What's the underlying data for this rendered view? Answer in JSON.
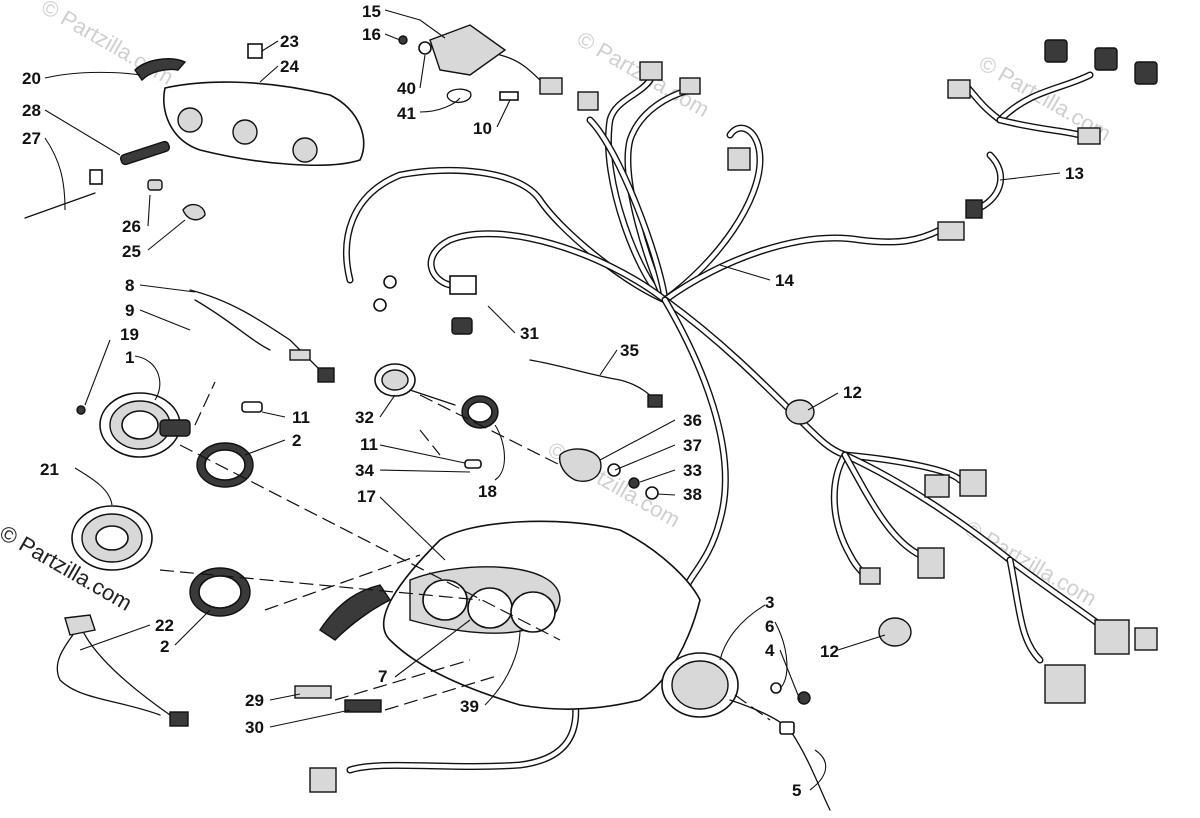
{
  "watermark": {
    "text": "© Partzilla.com"
  },
  "callouts": [
    {
      "id": "c15",
      "text": "15"
    },
    {
      "id": "c16",
      "text": "16"
    },
    {
      "id": "c40",
      "text": "40"
    },
    {
      "id": "c41",
      "text": "41"
    },
    {
      "id": "c10",
      "text": "10"
    },
    {
      "id": "c23",
      "text": "23"
    },
    {
      "id": "c24",
      "text": "24"
    },
    {
      "id": "c20",
      "text": "20"
    },
    {
      "id": "c28",
      "text": "28"
    },
    {
      "id": "c27",
      "text": "27"
    },
    {
      "id": "c26",
      "text": "26"
    },
    {
      "id": "c25",
      "text": "25"
    },
    {
      "id": "c13",
      "text": "13"
    },
    {
      "id": "c14",
      "text": "14"
    },
    {
      "id": "c8",
      "text": "8"
    },
    {
      "id": "c9",
      "text": "9"
    },
    {
      "id": "c19",
      "text": "19"
    },
    {
      "id": "c1",
      "text": "1"
    },
    {
      "id": "c11a",
      "text": "11"
    },
    {
      "id": "c2a",
      "text": "2"
    },
    {
      "id": "c31",
      "text": "31"
    },
    {
      "id": "c35",
      "text": "35"
    },
    {
      "id": "c32",
      "text": "32"
    },
    {
      "id": "c11b",
      "text": "11"
    },
    {
      "id": "c34",
      "text": "34"
    },
    {
      "id": "c17",
      "text": "17"
    },
    {
      "id": "c18",
      "text": "18"
    },
    {
      "id": "c36",
      "text": "36"
    },
    {
      "id": "c37",
      "text": "37"
    },
    {
      "id": "c33",
      "text": "33"
    },
    {
      "id": "c38",
      "text": "38"
    },
    {
      "id": "c12a",
      "text": "12"
    },
    {
      "id": "c21",
      "text": "21"
    },
    {
      "id": "c22",
      "text": "22"
    },
    {
      "id": "c2b",
      "text": "2"
    },
    {
      "id": "c3",
      "text": "3"
    },
    {
      "id": "c6",
      "text": "6"
    },
    {
      "id": "c4",
      "text": "4"
    },
    {
      "id": "c12b",
      "text": "12"
    },
    {
      "id": "c29",
      "text": "29"
    },
    {
      "id": "c30",
      "text": "30"
    },
    {
      "id": "c7",
      "text": "7"
    },
    {
      "id": "c39",
      "text": "39"
    },
    {
      "id": "c5",
      "text": "5"
    }
  ]
}
